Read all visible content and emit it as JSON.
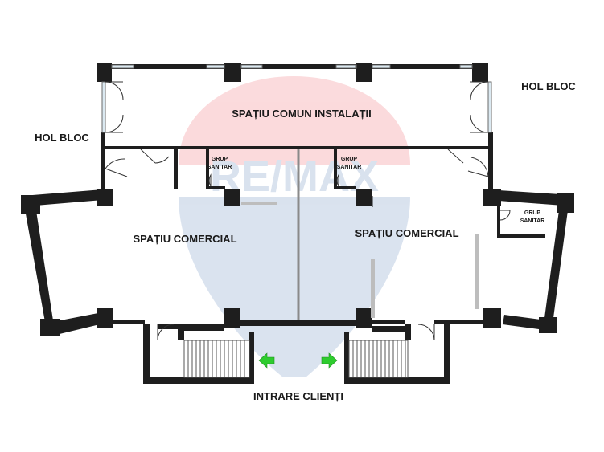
{
  "labels": {
    "common_space": "SPAȚIU COMUN INSTALAȚII",
    "hall_left": "HOL BLOC",
    "hall_right": "HOL BLOC",
    "commercial_left": "SPAȚIU COMERCIAL",
    "commercial_right": "SPAȚIU COMERCIAL",
    "toilet_line1": "GRUP",
    "toilet_line2": "SANITAR",
    "entrance": "INTRARE CLIENȚI"
  },
  "watermark": {
    "text": "RE/MAX",
    "colors": {
      "red": "#e8202a",
      "blue": "#1b4f9c"
    }
  },
  "colors": {
    "wall": "#1e1e1e",
    "arrow": "#2ecc2e",
    "partition": "#bdbdbd"
  }
}
